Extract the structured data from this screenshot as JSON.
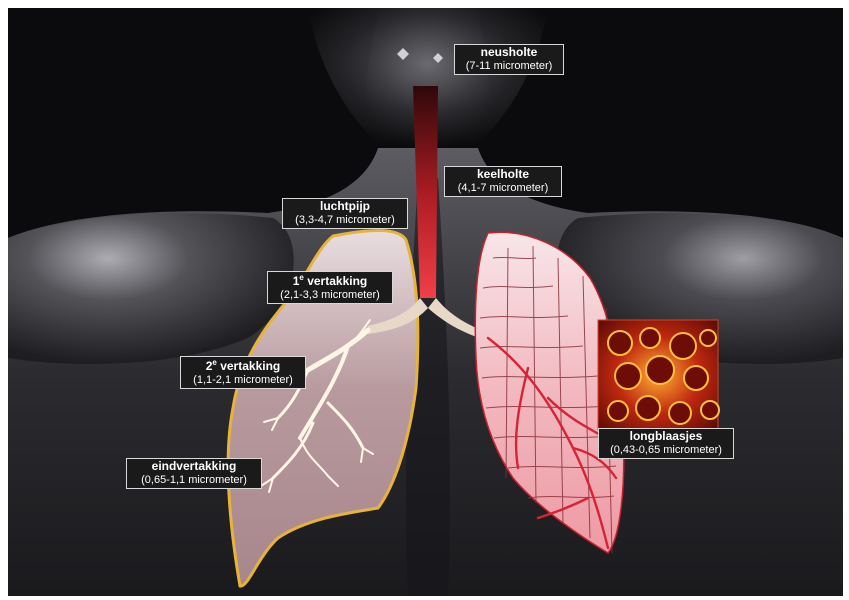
{
  "labels": {
    "nasal_cavity": {
      "name": "neusholte",
      "size": "(7-11 micrometer)"
    },
    "throat": {
      "name": "keelholte",
      "size": "(4,1-7 micrometer)"
    },
    "trachea": {
      "name": "luchtpijp",
      "size": "(3,3-4,7 micrometer)"
    },
    "first_branch": {
      "num": "1",
      "sup": "e",
      "name": " vertakking",
      "size": "(2,1-3,3 micrometer)"
    },
    "second_branch": {
      "num": "2",
      "sup": "e",
      "name": " vertakking",
      "size": "(1,1-2,1 micrometer)"
    },
    "terminal_branch": {
      "name": "eindvertakking",
      "size": "(0,65-1,1 micrometer)"
    },
    "alveoli": {
      "name": "longblaasjes",
      "size": "(0,43-0,65 micrometer)"
    }
  },
  "colors": {
    "background": "#0b0b0d",
    "airway_top": "#3a0a0c",
    "airway_bottom": "#e8303a",
    "left_lung_fill": "#b89a9e",
    "left_lung_outline": "#e7b43a",
    "right_lung_fill": "#f0b0b6",
    "right_lung_veins": "#c8202e",
    "alveoli_inset": "#b31a10",
    "label_bg": "#1a1a1a",
    "label_text": "#ffffff"
  }
}
